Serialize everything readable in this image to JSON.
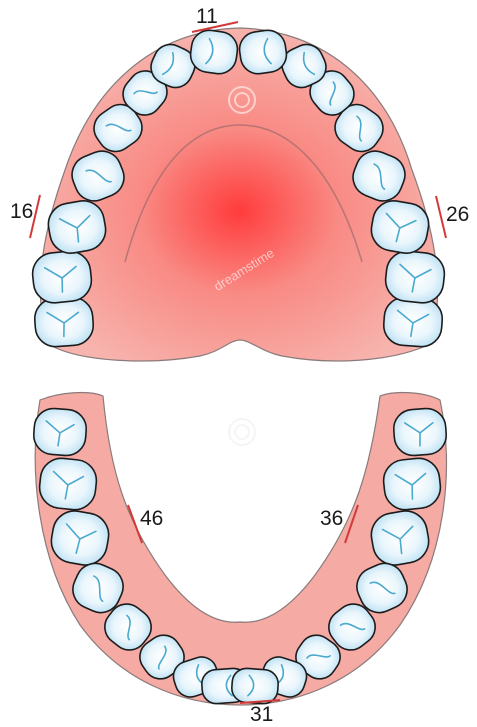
{
  "colors": {
    "gum": "#f5aaa4",
    "gum_outline": "#7a6a6a",
    "palate_center": "#ff3b3b",
    "tooth_fill": "#ffffff",
    "tooth_shade": "#b8e0f4",
    "tooth_outline": "#1c1c1c",
    "groove": "#4aa9cf",
    "marker_line": "#d23a3a"
  },
  "upper_arch": {
    "label_incisor": "11",
    "label_molar_right_side": "16",
    "label_molar_left_side": "26",
    "teeth_count": 16
  },
  "lower_arch": {
    "label_incisor": "31",
    "label_molar_right_side": "46",
    "label_molar_left_side": "36",
    "teeth_count": 16
  },
  "watermark": {
    "text": "dreamstime",
    "icon": "spiral-icon"
  }
}
